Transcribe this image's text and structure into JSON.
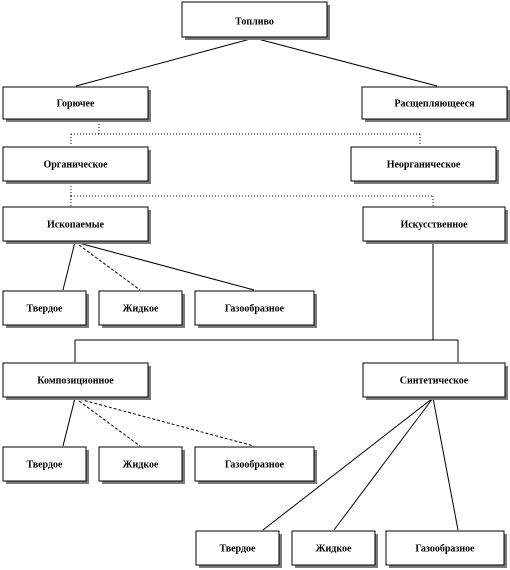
{
  "nodes": {
    "toplivo": "Топливо",
    "goryuchee": "Горючее",
    "rasscheplyayushcheesya": "Расщепляющееся",
    "organicheskoe": "Органическое",
    "neorganicheskoe": "Неорганическое",
    "iskopaemye": "Ископаемые",
    "iskusstvennoe": "Искусственное",
    "tverdoe_1": "Твердое",
    "zhidkoe_1": "Жидкое",
    "gazoobraznoe_1": "Газообразное",
    "kompozitsionnoe": "Композиционное",
    "sinteticheskoe": "Синтетическое",
    "tverdoe_2": "Твердое",
    "zhidkoe_2": "Жидкое",
    "gazoobraznoe_2": "Газообразное",
    "tverdoe_3": "Твердое",
    "zhidkoe_3": "Жидкое",
    "gazoobraznoe_3": "Газообразное"
  }
}
